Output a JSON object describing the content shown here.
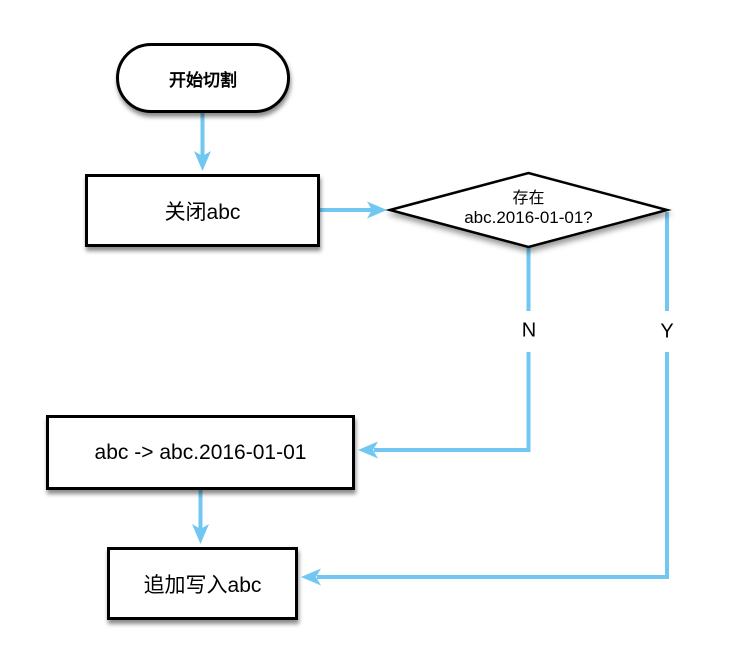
{
  "diagram": {
    "nodes": {
      "start": {
        "label": "开始切割"
      },
      "close": {
        "label": "关闭abc"
      },
      "decision": {
        "line1": "存在",
        "line2": "abc.2016-01-01?"
      },
      "rename": {
        "label": "abc -> abc.2016-01-01"
      },
      "append": {
        "label": "追加写入abc"
      }
    },
    "edge_labels": {
      "no": "N",
      "yes": "Y"
    }
  },
  "colors": {
    "arrow": "#71C7F1",
    "border": "#000000",
    "background": "#FFFFFF"
  }
}
